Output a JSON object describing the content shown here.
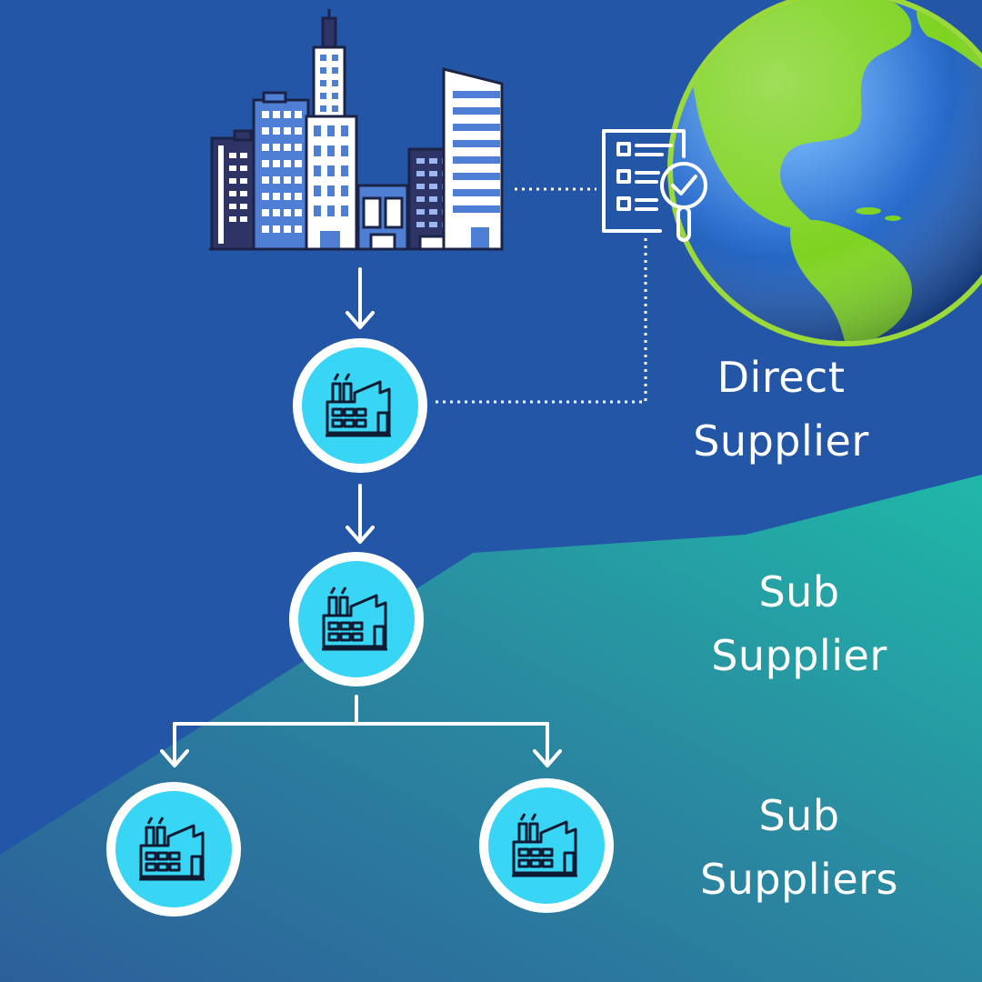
{
  "labels": {
    "direct": {
      "line1": "Direct",
      "line2": "Supplier"
    },
    "sub": {
      "line1": "Sub",
      "line2": "Supplier"
    },
    "subs": {
      "line1": "Sub",
      "line2": "Suppliers"
    }
  },
  "colors": {
    "background_top": "#2356a6",
    "background_bottom": "#22b0a6",
    "node_fill": "#38d5f5",
    "node_ring": "#ffffff",
    "icon_stroke": "#0f1a33",
    "connector": "#ffffff",
    "globe_ocean": "#2d6fd0",
    "globe_land": "#7ed321"
  },
  "icons": {
    "company": "city-buildings-icon",
    "audit": "checklist-magnifier-icon",
    "supplier": "factory-icon",
    "world": "globe-icon"
  }
}
